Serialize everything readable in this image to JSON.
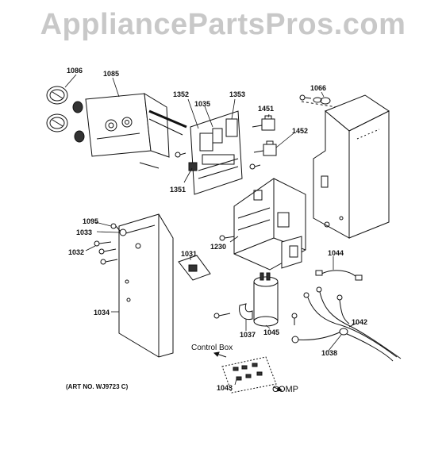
{
  "watermark": "AppliancePartsPros.com",
  "art_no": "(ART NO. WJ9723 C)",
  "control_box_label": "Control Box",
  "comp_label": "COMP",
  "parts": {
    "p1086": "1086",
    "p1085": "1085",
    "p1352": "1352",
    "p1035": "1035",
    "p1353": "1353",
    "p1066": "1066",
    "p1451": "1451",
    "p1452": "1452",
    "p1351": "1351",
    "p1095": "1095",
    "p1033": "1033",
    "p1032": "1032",
    "p1031": "1031",
    "p1230": "1230",
    "p1044": "1044",
    "p1034": "1034",
    "p1037": "1037",
    "p1045": "1045",
    "p1042": "1042",
    "p1038": "1038",
    "p1043": "1043"
  }
}
